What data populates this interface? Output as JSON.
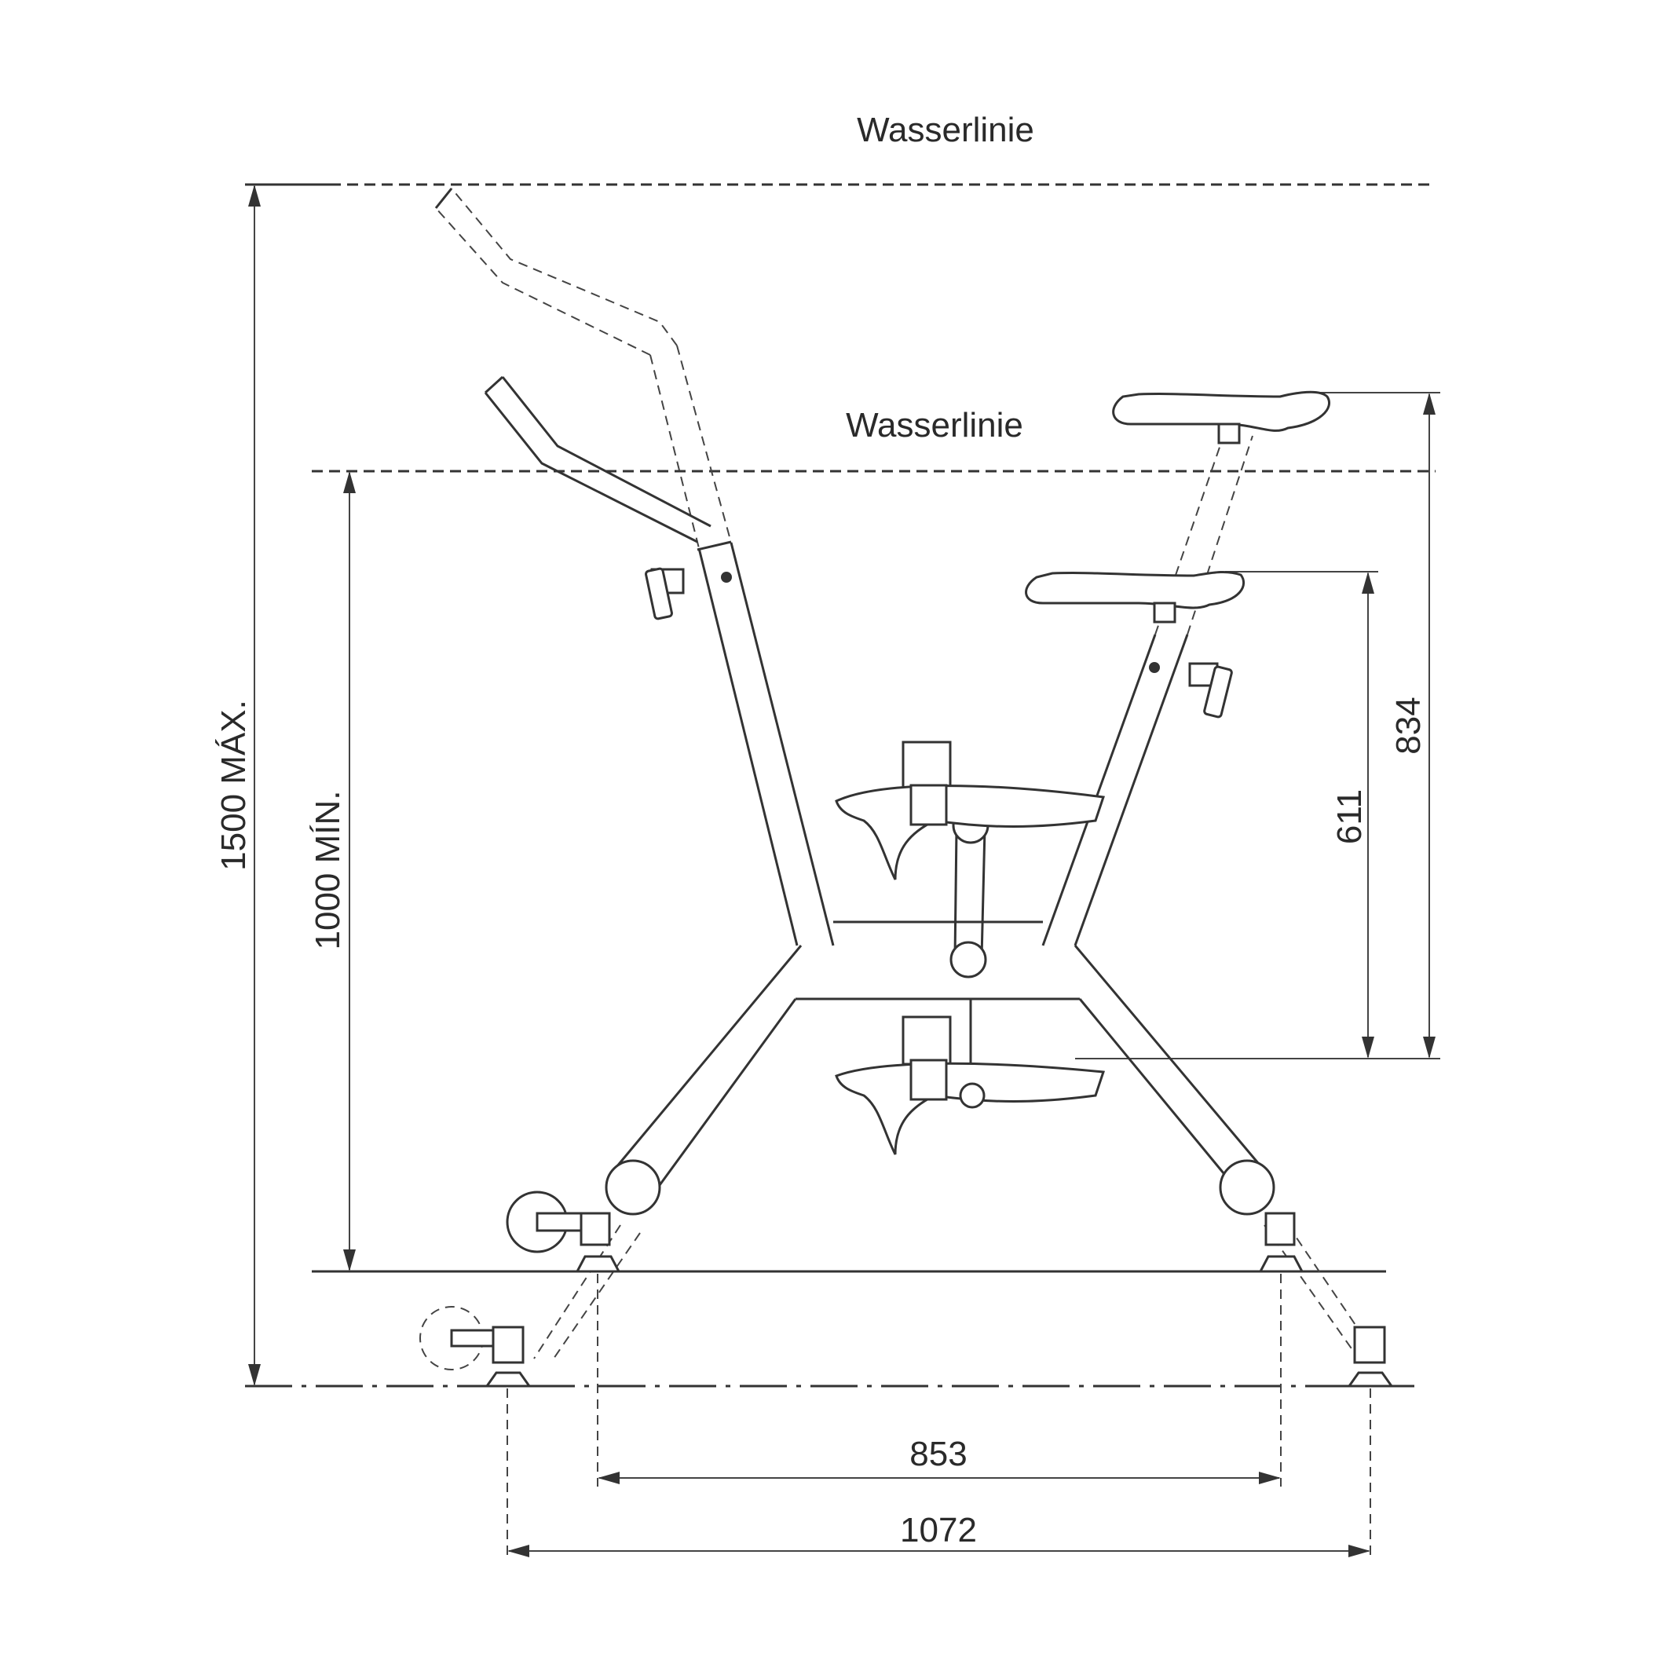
{
  "drawing": {
    "waterline_max_label": "Wasserlinie",
    "waterline_min_label": "Wasserlinie",
    "height_max_label": "1500 MÁX.",
    "height_min_label": "1000 MÍN.",
    "seat_height_max": "834",
    "seat_height_min": "611",
    "foot_span_inner": "853",
    "foot_span_outer": "1072"
  }
}
